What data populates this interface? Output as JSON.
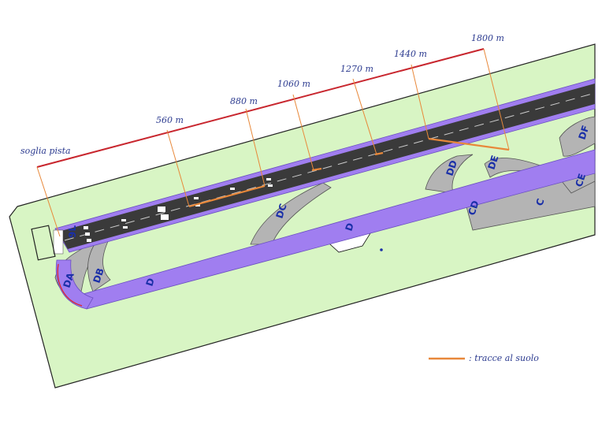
{
  "labels": {
    "threshold": "soglia pista",
    "runway": "9L",
    "legend_text": ": tracce al suolo"
  },
  "distances": [
    "560 m",
    "880 m",
    "1060 m",
    "1270 m",
    "1440 m",
    "1800 m"
  ],
  "taxiways": [
    "DA",
    "DB",
    "DC",
    "DD",
    "DE",
    "DF",
    "D",
    "D",
    "CD",
    "C",
    "CE"
  ],
  "colors": {
    "grass": "#d8f5c4",
    "runway": "#3a3a3a",
    "taxiway": "#a07ef0",
    "apron": "#b4b4b4",
    "measure_line": "#c8262e",
    "ground_mark": "#e8883a",
    "text": "#2b3a8f"
  }
}
